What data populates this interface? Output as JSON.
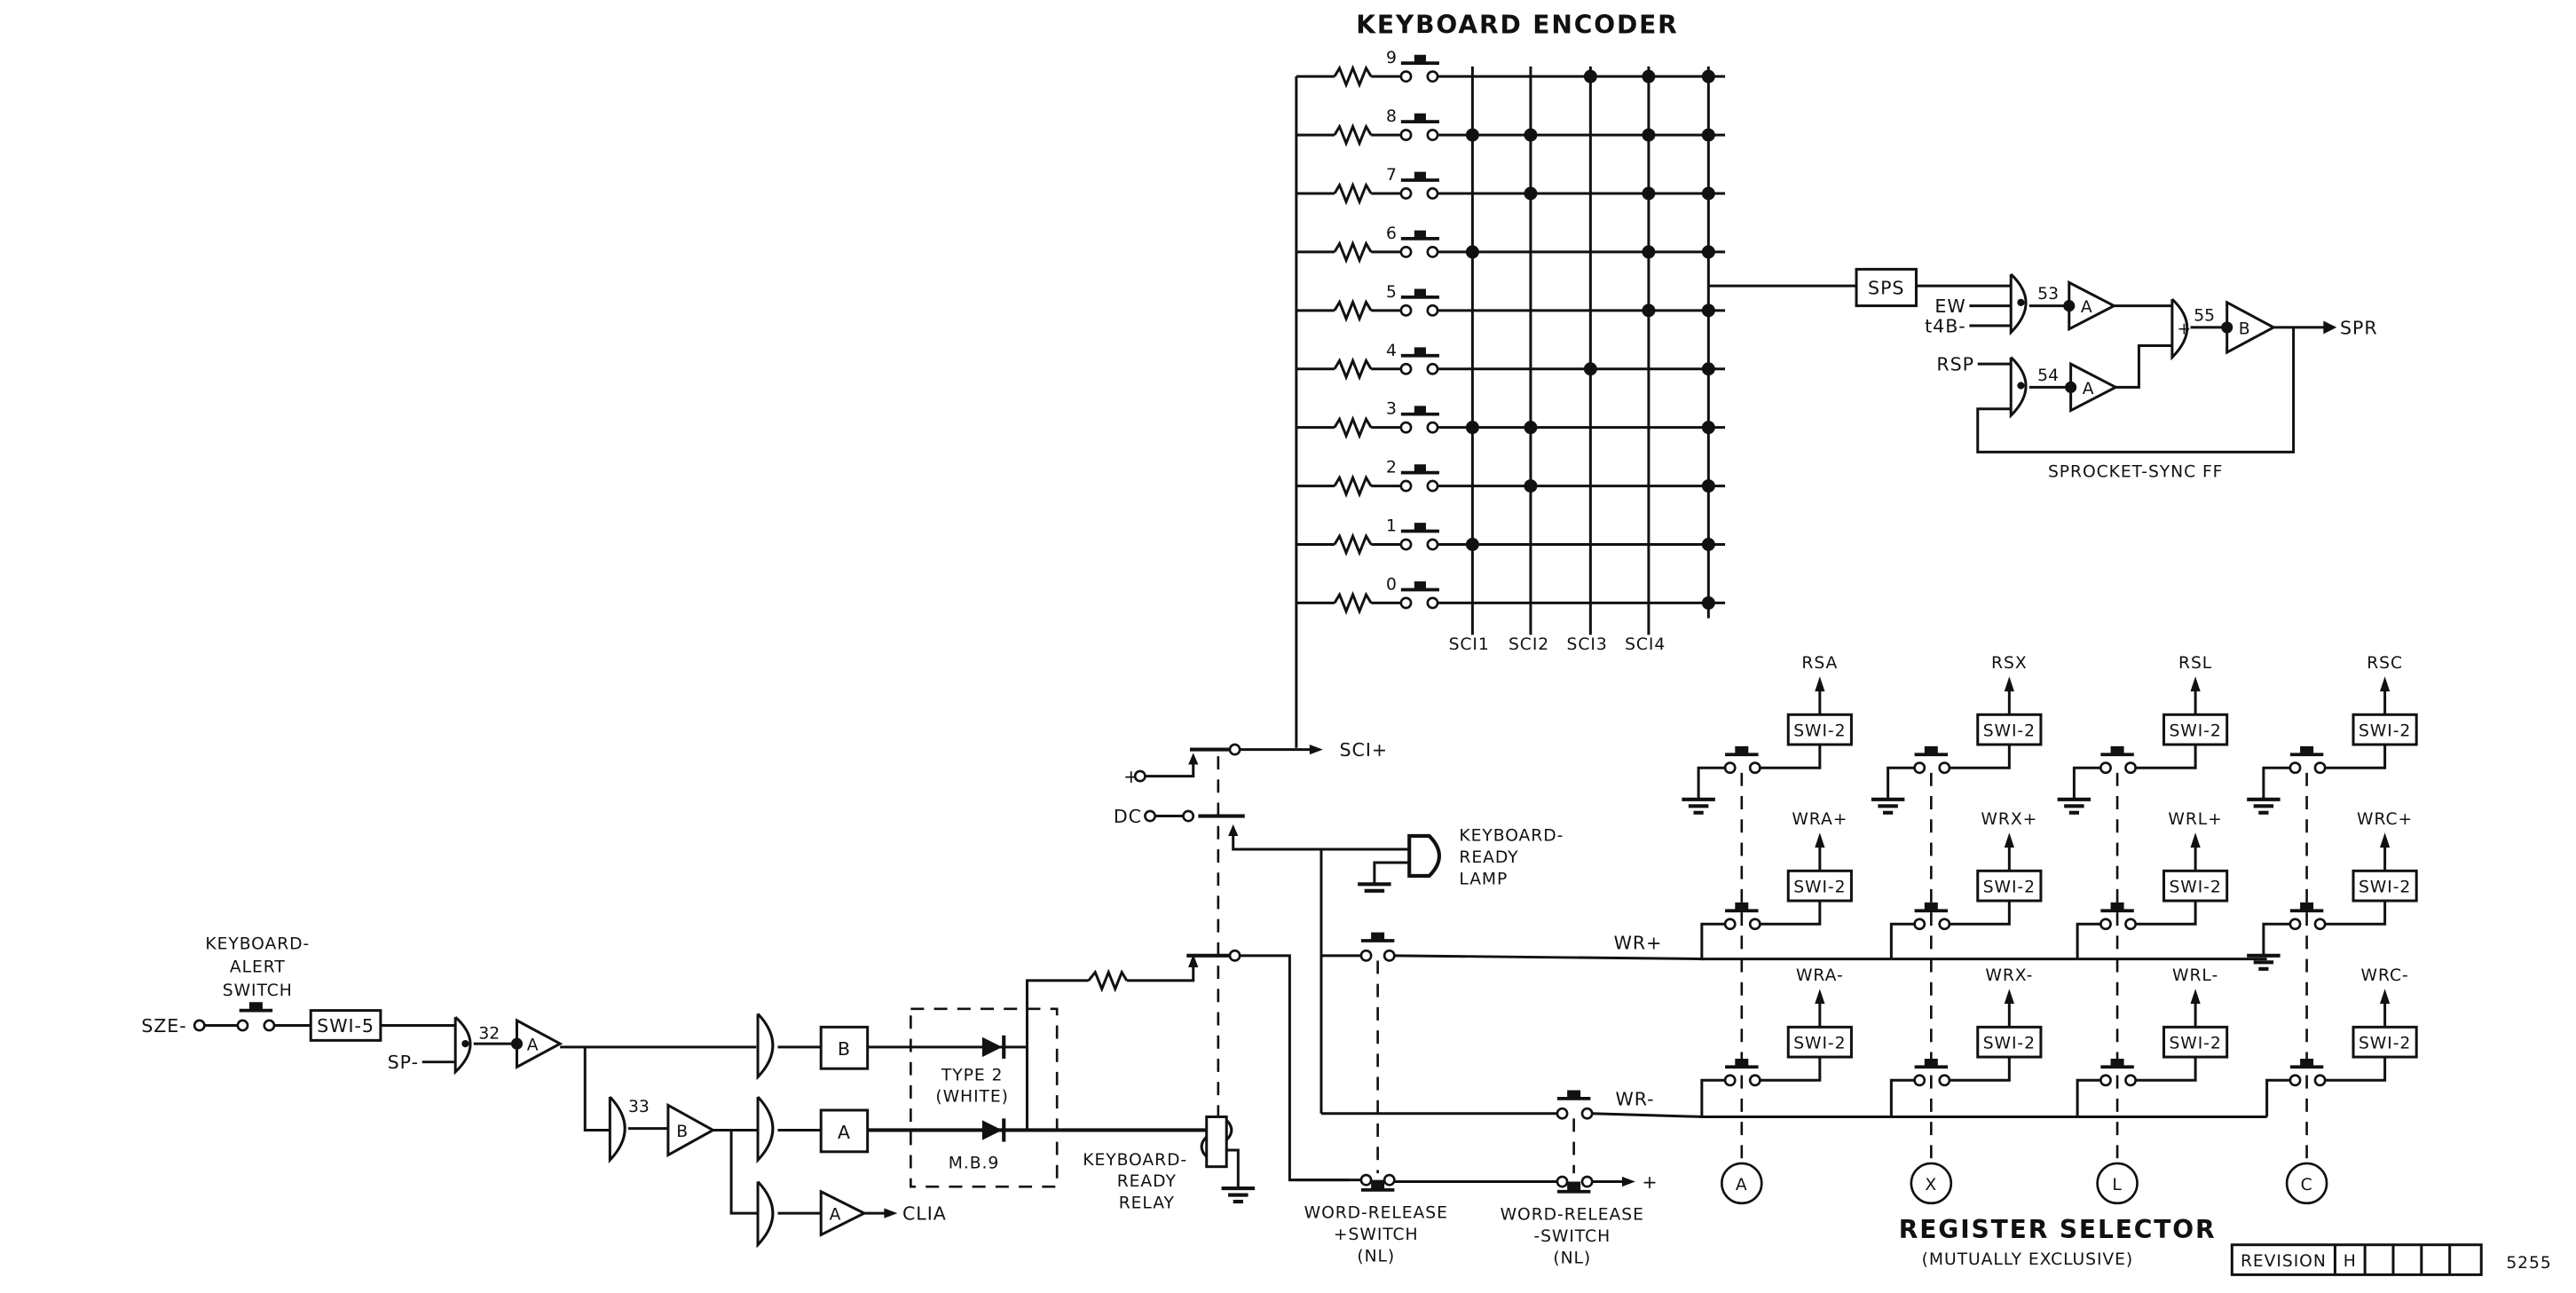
{
  "titles": {
    "keyboard_encoder": "KEYBOARD ENCODER",
    "register_selector": "REGISTER SELECTOR",
    "register_selector_note": "(MUTUALLY EXCLUSIVE)",
    "sprocket_sync": "SPROCKET-SYNC FF"
  },
  "encoder": {
    "keys": [
      "9",
      "8",
      "7",
      "6",
      "5",
      "4",
      "3",
      "2",
      "1",
      "0"
    ],
    "columns": [
      "SCI1",
      "SCI2",
      "SCI3",
      "SCI4"
    ],
    "junctions": {
      "9": [
        3,
        4,
        5
      ],
      "8": [
        1,
        2,
        4,
        5
      ],
      "7": [
        2,
        4,
        5
      ],
      "6": [
        1,
        4,
        5
      ],
      "5": [
        4,
        5
      ],
      "4": [
        3,
        5
      ],
      "3": [
        1,
        2,
        5
      ],
      "2": [
        2,
        5
      ],
      "1": [
        1,
        5
      ],
      "0": [
        5
      ]
    }
  },
  "sprocket": {
    "sps": "SPS",
    "ew": "EW",
    "t4b": "t4B-",
    "rsp": "RSP",
    "gate53": "53",
    "gate54": "54",
    "gate55": "55",
    "amp_a": "A",
    "amp_b": "B",
    "plus": "+",
    "output": "SPR"
  },
  "alert": {
    "label_line1": "KEYBOARD-",
    "label_line2": "ALERT",
    "label_line3": "SWITCH",
    "sze": "SZE-",
    "swi5": "SWI-5",
    "sp": "SP-",
    "gate32": "32",
    "gate33": "33",
    "amp_a": "A",
    "amp_b": "B",
    "box_b": "B",
    "box_a": "A",
    "clia": "CLIA"
  },
  "diode_block": {
    "type_line1": "TYPE 2",
    "type_line2": "(WHITE)",
    "module": "M.B.9"
  },
  "relay": {
    "label_line1": "KEYBOARD-",
    "label_line2": "READY",
    "label_line3": "RELAY",
    "plus": "+",
    "dc": "DC",
    "sci_plus": "SCI+"
  },
  "lamp": {
    "label_line1": "KEYBOARD-",
    "label_line2": "READY",
    "label_line3": "LAMP"
  },
  "word_release": {
    "wr_plus": "WR+",
    "wr_minus": "WR-",
    "plus_switch_line1": "WORD-RELEASE",
    "plus_switch_line2": "+SWITCH",
    "plus_switch_line3": "(NL)",
    "minus_switch_line1": "WORD-RELEASE",
    "minus_switch_line2": "-SWITCH",
    "minus_switch_line3": "(NL)",
    "plus_out": "+"
  },
  "registers": [
    {
      "key": "A",
      "rs": "RSA",
      "wrp": "WRA+",
      "wrm": "WRA-",
      "box": "SWI-2"
    },
    {
      "key": "X",
      "rs": "RSX",
      "wrp": "WRX+",
      "wrm": "WRX-",
      "box": "SWI-2"
    },
    {
      "key": "L",
      "rs": "RSL",
      "wrp": "WRL+",
      "wrm": "WRL-",
      "box": "SWI-2"
    },
    {
      "key": "C",
      "rs": "RSC",
      "wrp": "WRC+",
      "wrm": "WRC-",
      "box": "SWI-2"
    }
  ],
  "revision": {
    "label": "REVISION",
    "letter": "H",
    "blank_cells": 4,
    "drawing_number": "5255"
  }
}
